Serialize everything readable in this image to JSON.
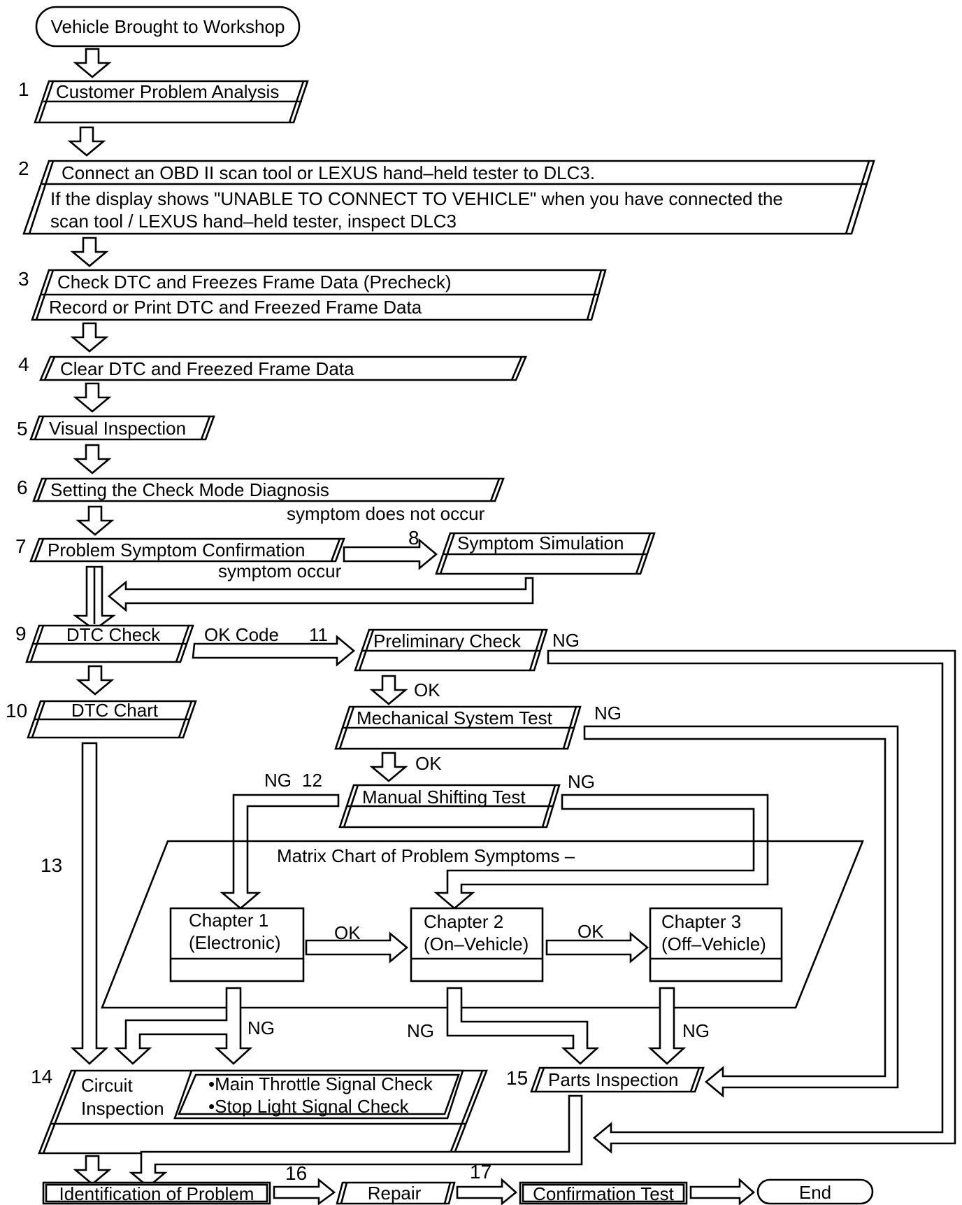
{
  "start": "Vehicle Brought to Workshop",
  "end": "End",
  "steps": {
    "s1": {
      "num": "1",
      "label": "Customer Problem Analysis"
    },
    "s2": {
      "num": "2",
      "line1": "Connect an OBD II scan tool or LEXUS hand–held tester to DLC3.",
      "line2": "If the display shows \"UNABLE TO CONNECT TO VEHICLE\" when you have connected the",
      "line3": "scan tool / LEXUS hand–held tester, inspect DLC3"
    },
    "s3": {
      "num": "3",
      "line1": "Check DTC and Freezes Frame Data (Precheck)",
      "line2": "Record or Print DTC and  Freezed Frame Data"
    },
    "s4": {
      "num": "4",
      "label": "Clear DTC and Freezed Frame Data"
    },
    "s5": {
      "num": "5",
      "label": "Visual Inspection"
    },
    "s6": {
      "num": "6",
      "label": "Setting the Check Mode Diagnosis"
    },
    "s7": {
      "num": "7",
      "label": "Problem Symptom Confirmation"
    },
    "s8": {
      "num": "8",
      "label": "Symptom Simulation"
    },
    "s9": {
      "num": "9",
      "label": "DTC Check"
    },
    "s10": {
      "num": "10",
      "label": "DTC Chart"
    },
    "s11": {
      "num": "11",
      "label": "Preliminary Check"
    },
    "mech": {
      "label": "Mechanical System Test"
    },
    "manual": {
      "num": "12",
      "label": "Manual Shifting Test"
    },
    "matrix": {
      "label": "Matrix Chart of Problem Symptoms –"
    },
    "ch1": {
      "line1": "Chapter 1",
      "line2": "(Electronic)"
    },
    "ch2": {
      "line1": "Chapter 2",
      "line2": "(On–Vehicle)"
    },
    "ch3": {
      "line1": "Chapter 3",
      "line2": "(Off–Vehicle)"
    },
    "s13": {
      "num": "13"
    },
    "s14": {
      "num": "14",
      "line1": "Circuit",
      "line2": "Inspection",
      "check1": "•Main Throttle Signal Check",
      "check2": "•Stop Light Signal Check"
    },
    "s15": {
      "num": "15",
      "label": "Parts Inspection"
    },
    "ident": {
      "label": "Identification of Problem"
    },
    "s16": {
      "num": "16",
      "label": "Repair"
    },
    "s17": {
      "num": "17",
      "label": "Confirmation Test"
    }
  },
  "edges": {
    "no_symptom": "symptom does not occur",
    "symptom": "symptom occur",
    "ok_code": "OK Code",
    "ok": "OK",
    "ng": "NG"
  }
}
